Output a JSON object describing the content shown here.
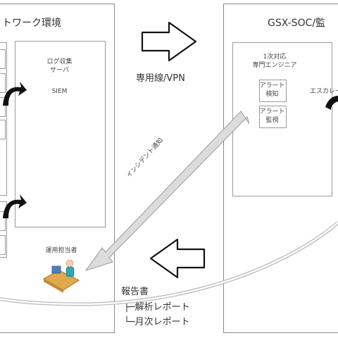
{
  "left_panel": {
    "title": "トワーク環境",
    "server_box": {
      "title": "ログ収集\nサーバ",
      "siem": "SIEM"
    },
    "operator_label": "運用担当者"
  },
  "right_panel": {
    "title": "GSX-SOC/監",
    "engineer_box": {
      "title": "1次対応\n専門エンジニア",
      "alert_detect": "アラート\n検知",
      "alert_monitor": "アラート\n監視"
    },
    "escalation_label": "エスカレー"
  },
  "connection_label": "専用線/VPN",
  "incident_label": "インシデント通知",
  "report": {
    "title": "報告書",
    "items": [
      "├─解析レポート",
      "└─月次レポート"
    ]
  }
}
